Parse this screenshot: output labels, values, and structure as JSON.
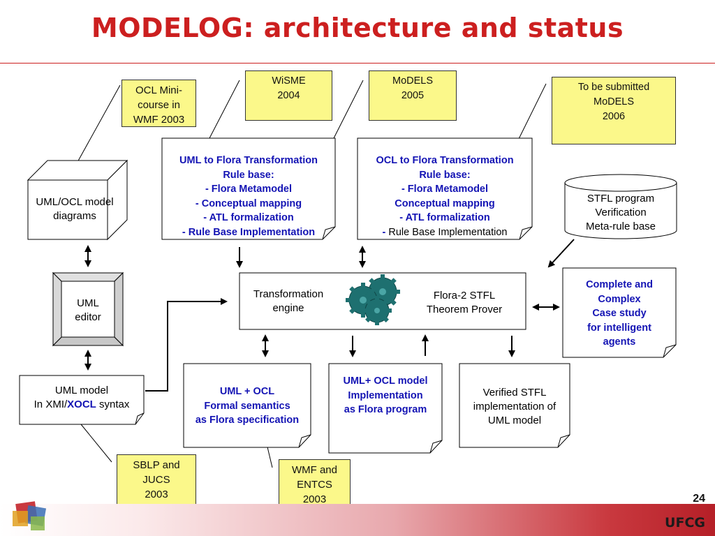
{
  "slide": {
    "title": "MODELOG: architecture and status",
    "page_number": "24",
    "brand": "UFCG"
  },
  "notes": {
    "ocl_course": [
      "OCL Mini-",
      "course in",
      "WMF 2003"
    ],
    "wisme": [
      "WiSME",
      "2004"
    ],
    "models_2005": [
      "MoDELS",
      "2005"
    ],
    "submitted": [
      "To be submitted",
      "MoDELS",
      "2006"
    ],
    "sblp": [
      "SBLP and",
      "JUCS",
      "2003"
    ],
    "wmf_entcs": [
      "WMF and",
      "ENTCS",
      "2003"
    ]
  },
  "boxes": {
    "uml_ocl_diagrams": [
      "UML/OCL model",
      "diagrams"
    ],
    "uml_editor": [
      "UML",
      "editor"
    ],
    "uml_model": {
      "line1": "UML model",
      "line2_pre": "In XMI/",
      "line2_xocl": "XOCL",
      "line2_post": " syntax"
    },
    "uml_to_flora": [
      "UML to Flora Transformation",
      "Rule base:",
      "- Flora Metamodel",
      "- Conceptual mapping",
      "- ATL formalization",
      "- Rule Base Implementation"
    ],
    "ocl_to_flora": [
      "OCL to Flora  Transformation",
      "Rule base:",
      "- Flora Metamodel",
      "Conceptual mapping",
      "- ATL formalization"
    ],
    "ocl_to_flora_last": {
      "dash": "- ",
      "text": "Rule Base Implementation"
    },
    "stfl_db": [
      "STFL program",
      "Verification",
      "Meta-rule base"
    ],
    "engine_left": [
      "Transformation",
      "engine"
    ],
    "engine_right": [
      "Flora-2 STFL",
      "Theorem Prover"
    ],
    "case_study": [
      "Complete and",
      "Complex",
      "Case study",
      "for intelligent",
      "agents"
    ],
    "formal_semantics": [
      "UML + OCL",
      "Formal semantics",
      "as Flora specification"
    ],
    "implementation": [
      "UML+ OCL model",
      "Implementation",
      "as Flora program"
    ],
    "verified": [
      "Verified STFL",
      "implementation of",
      "UML model"
    ]
  },
  "colors": {
    "title": "#cc1f1f",
    "accent_blue": "#1414b4",
    "note_yellow": "#fbf88a",
    "gear": "#1e7070"
  },
  "icons": {
    "gears": "gears-icon",
    "logo": "modelog-logo"
  }
}
